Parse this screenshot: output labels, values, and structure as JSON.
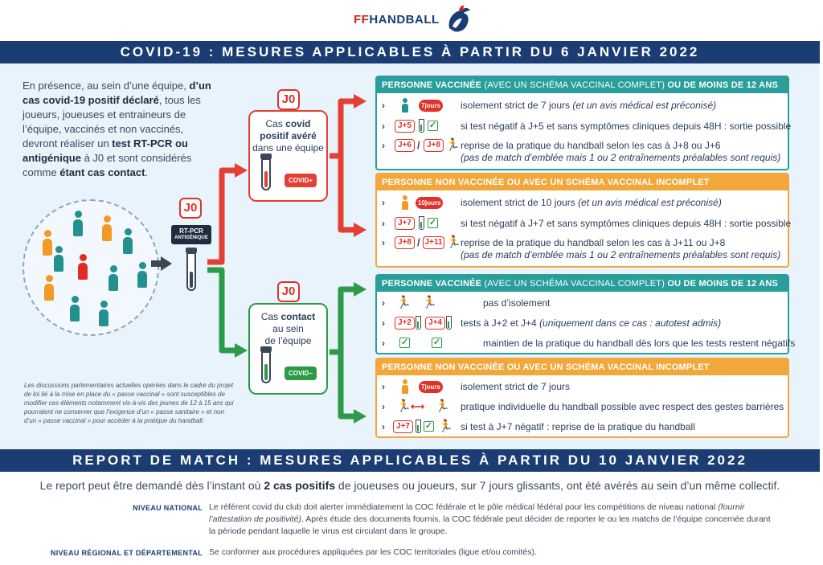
{
  "brand": {
    "prefix": "FF",
    "name": "HANDBALL"
  },
  "banner_top": "COVID-19 : MESURES APPLICABLES À PARTIR DU 6 JANVIER 2022",
  "intro": {
    "p1": "En présence, au sein d’une équipe, ",
    "b1": "d’un cas covid-19 positif déclaré",
    "p2": ", tous les joueurs, joueuses et entraineurs de l’équipe, vaccinés et non vaccinés, devront réaliser un ",
    "b2": "test RT-PCR ou antigénique",
    "p3": " à J0 et sont considérés comme ",
    "b3": "étant cas contact",
    "p4": "."
  },
  "note": "Les discussions parlementaires actuelles opérées dans le cadre du projet de loi lié à la mise en place du « passe vaccinal » sont susceptibles de modifier ces éléments notamment vis-à-vis des jeunes de 12 à 15 ans qui pourraient ne conserver que l’exigence d’un « passe sanitaire » et non d’un « passe vaccinal » pour accéder à la pratique du handball.",
  "j0": "J0",
  "rt_pcr": {
    "line1": "RT-PCR",
    "line2": "ANTIGÉNIQUE"
  },
  "case_positive": {
    "l1": "Cas ",
    "b1": "covid",
    "b2": "positif avéré",
    "l2": "dans une équipe",
    "tag": "COVID+"
  },
  "case_contact": {
    "l1": "Cas ",
    "b1": "contact",
    "l2": "au sein",
    "l3": "de l’équipe",
    "tag": "COVID−"
  },
  "groups": [
    {
      "head_bold1": "PERSONNE VACCINÉE ",
      "head_light": "(AVEC UN SCHÉMA VACCINAL COMPLET)",
      "head_bold2": " OU DE MOINS DE 12 ANS",
      "rows": [
        {
          "badge": "7jours",
          "text": "isolement strict de 7 jours ",
          "italic": "(et un avis médical est préconisé)"
        },
        {
          "j1": "J+5",
          "text": "si test négatif à J+5 et sans symptômes cliniques depuis 48H : sortie possible"
        },
        {
          "j1": "J+6",
          "j2": "J+8",
          "slash": "/",
          "text": "reprise de la pratique du handball selon les cas à J+8 ou J+6",
          "italic": "(pas de match d’emblée mais 1 ou 2 entraînements préalables sont requis)"
        }
      ]
    },
    {
      "head_bold1": "PERSONNE NON VACCINÉE OU AVEC UN SCHÉMA VACCINAL INCOMPLET",
      "rows": [
        {
          "badge": "10jours",
          "text": "isolement strict de 10 jours ",
          "italic": "(et un avis médical est préconisé)"
        },
        {
          "j1": "J+7",
          "text": "si test négatif à J+7 et sans symptômes cliniques depuis 48H : sortie possible"
        },
        {
          "j1": "J+8",
          "j2": "J+11",
          "slash": "/",
          "text": "reprise de la pratique du handball selon les cas à J+11 ou J+8",
          "italic": "(pas de match d’emblée mais 1 ou 2 entraînements préalables sont requis)"
        }
      ]
    },
    {
      "head_bold1": "PERSONNE VACCINÉE ",
      "head_light": "(AVEC UN SCHÉMA VACCINAL COMPLET)",
      "head_bold2": " OU DE MOINS DE 12 ANS",
      "rows": [
        {
          "text": "pas d’isolement"
        },
        {
          "j1": "J+2",
          "j2": "J+4",
          "text": "tests à J+2 et J+4 ",
          "italic": "(uniquement dans ce cas : autotest admis)"
        },
        {
          "text": "maintien de la pratique du handball dès lors que les tests restent négatifs"
        }
      ]
    },
    {
      "head_bold1": "PERSONNE NON VACCINÉE OU AVEC UN SCHÉMA VACCINAL INCOMPLET",
      "rows": [
        {
          "badge": "7jours",
          "text": "isolement strict de 7 jours"
        },
        {
          "text": "pratique individuelle du handball possible avec respect des gestes barrières"
        },
        {
          "j1": "J+7",
          "text": "si test à J+7 négatif : reprise de la pratique du handball"
        }
      ]
    }
  ],
  "banner_bottom": "REPORT DE MATCH : MESURES APPLICABLES À PARTIR DU 10 JANVIER 2022",
  "report": {
    "p1": "Le report peut être demandé dès l’instant où ",
    "b1": "2 cas positifs",
    "p2": " de joueuses ou joueurs, sur 7 jours glissants, ont été avérés au sein d’un même collectif."
  },
  "levels": {
    "national_label": "NIVEAU NATIONAL",
    "national_p1": "Le référent covid du club doit alerter immédiatement la COC fédérale et le pôle médical fédéral pour les compétitions de niveau national ",
    "national_it1": "(fournir l’attestation de positivité)",
    "national_p2": ". Après étude des documents fournis, la COC fédérale peut décider de reporter le ou les matchs de l’équipe concernée durant la période pendant laquelle le virus est circulant dans le groupe.",
    "regional_label": "NIVEAU RÉGIONAL ET DÉPARTEMENTAL",
    "regional_text": "Se conformer aux procédures appliquées par les COC territoriales (ligue et/ou comités)."
  },
  "colors": {
    "navy": "#1b3d74",
    "red": "#e0312a",
    "green": "#2d9a47",
    "teal": "#2a9e9a",
    "orange": "#f2a73b"
  }
}
